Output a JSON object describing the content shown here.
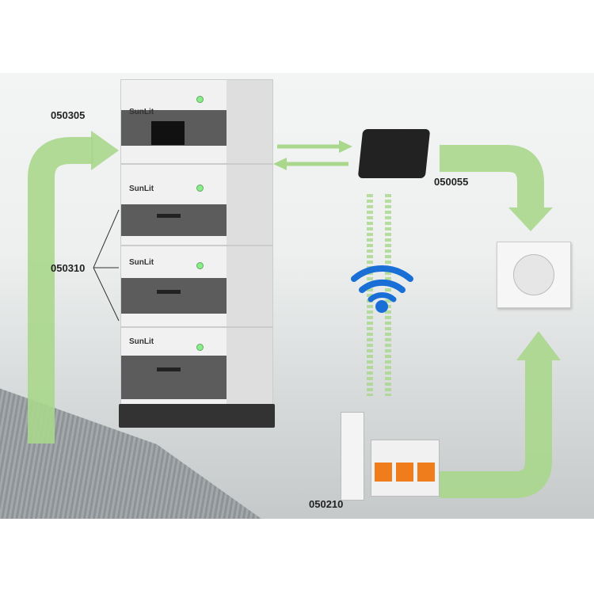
{
  "labels": {
    "battery_master": "050305",
    "battery_expansion": "050310",
    "inverter": "050055",
    "smart_meter": "050210"
  },
  "brand": "SunLit",
  "colors": {
    "arrow": "#a9d78c",
    "wifi": "#1a6fd6"
  },
  "icons": [
    "wifi-icon",
    "power-socket-icon"
  ]
}
